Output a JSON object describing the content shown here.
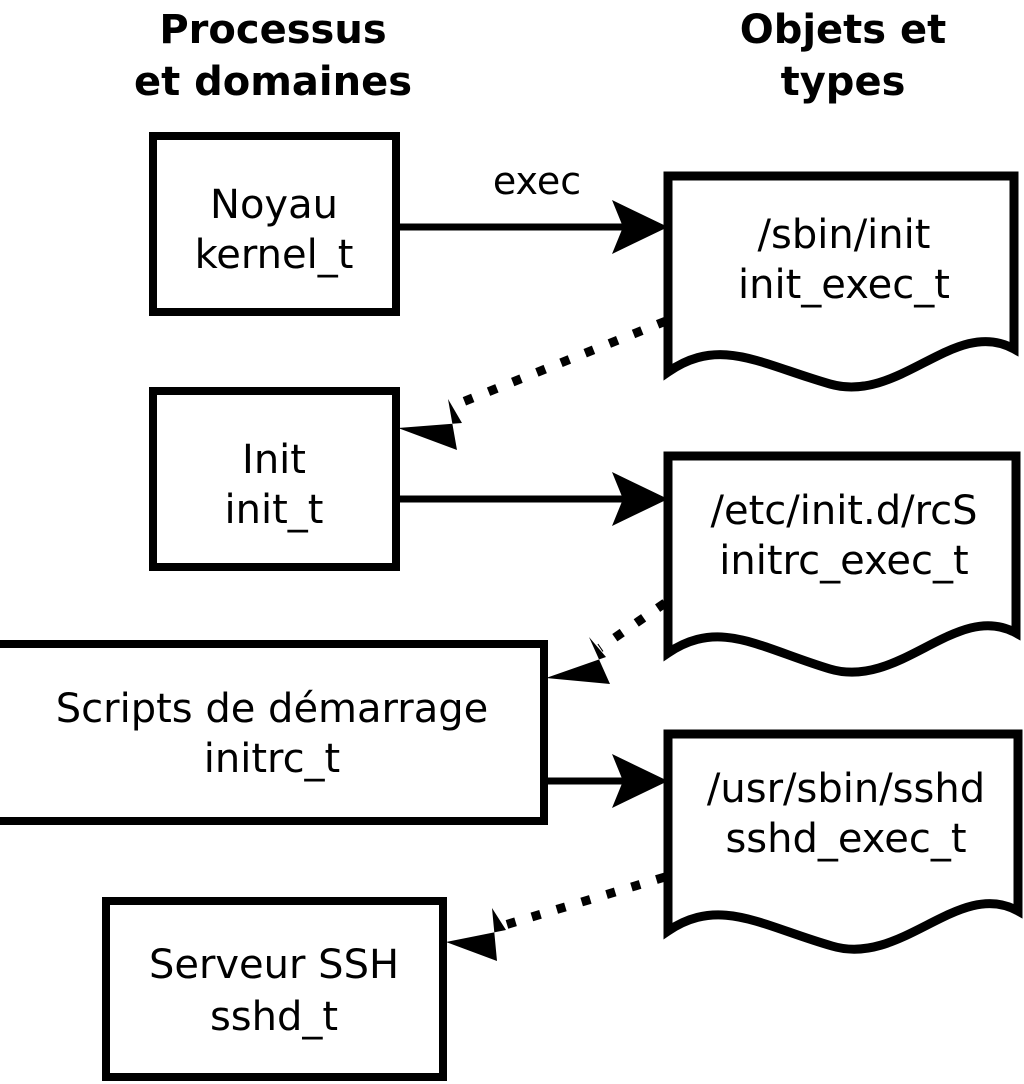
{
  "diagram": {
    "title_left": "Processus\net domaines",
    "columns": [
      {
        "id": "processes",
        "heading_line1": "Processus",
        "heading_line2": "et domaines"
      },
      {
        "id": "objects",
        "heading_line1": "Objets et",
        "heading_line2": "types"
      }
    ],
    "colors": {
      "stroke": "#000000",
      "fill": "#ffffff",
      "background": "#ffffff"
    },
    "process_nodes": [
      {
        "id": "kernel",
        "line1": "Noyau",
        "line2": "kernel_t"
      },
      {
        "id": "init",
        "line1": "Init",
        "line2": "init_t"
      },
      {
        "id": "initrc",
        "line1": "Scripts de démarrage",
        "line2": "initrc_t"
      },
      {
        "id": "sshd",
        "line1": "Serveur SSH",
        "line2": "sshd_t"
      }
    ],
    "object_nodes": [
      {
        "id": "init_exec",
        "line1": "/sbin/init",
        "line2": "init_exec_t"
      },
      {
        "id": "initrc_exec",
        "line1": "/etc/init.d/rcS",
        "line2": "initrc_exec_t"
      },
      {
        "id": "sshd_exec",
        "line1": "/usr/sbin/sshd",
        "line2": "sshd_exec_t"
      }
    ],
    "edges": [
      {
        "id": "kernel-exec-init_exec",
        "from": "kernel",
        "to": "init_exec",
        "style": "solid",
        "label": "exec"
      },
      {
        "id": "init_exec-to-init",
        "from": "init_exec",
        "to": "init",
        "style": "dotted",
        "label": ""
      },
      {
        "id": "init-to-initrc_exec",
        "from": "init",
        "to": "initrc_exec",
        "style": "solid",
        "label": ""
      },
      {
        "id": "initrc_exec-to-initrc",
        "from": "initrc_exec",
        "to": "initrc",
        "style": "dotted",
        "label": ""
      },
      {
        "id": "initrc-to-sshd_exec",
        "from": "initrc",
        "to": "sshd_exec",
        "style": "solid",
        "label": ""
      },
      {
        "id": "sshd_exec-to-sshd",
        "from": "sshd_exec",
        "to": "sshd",
        "style": "dotted",
        "label": ""
      }
    ]
  }
}
